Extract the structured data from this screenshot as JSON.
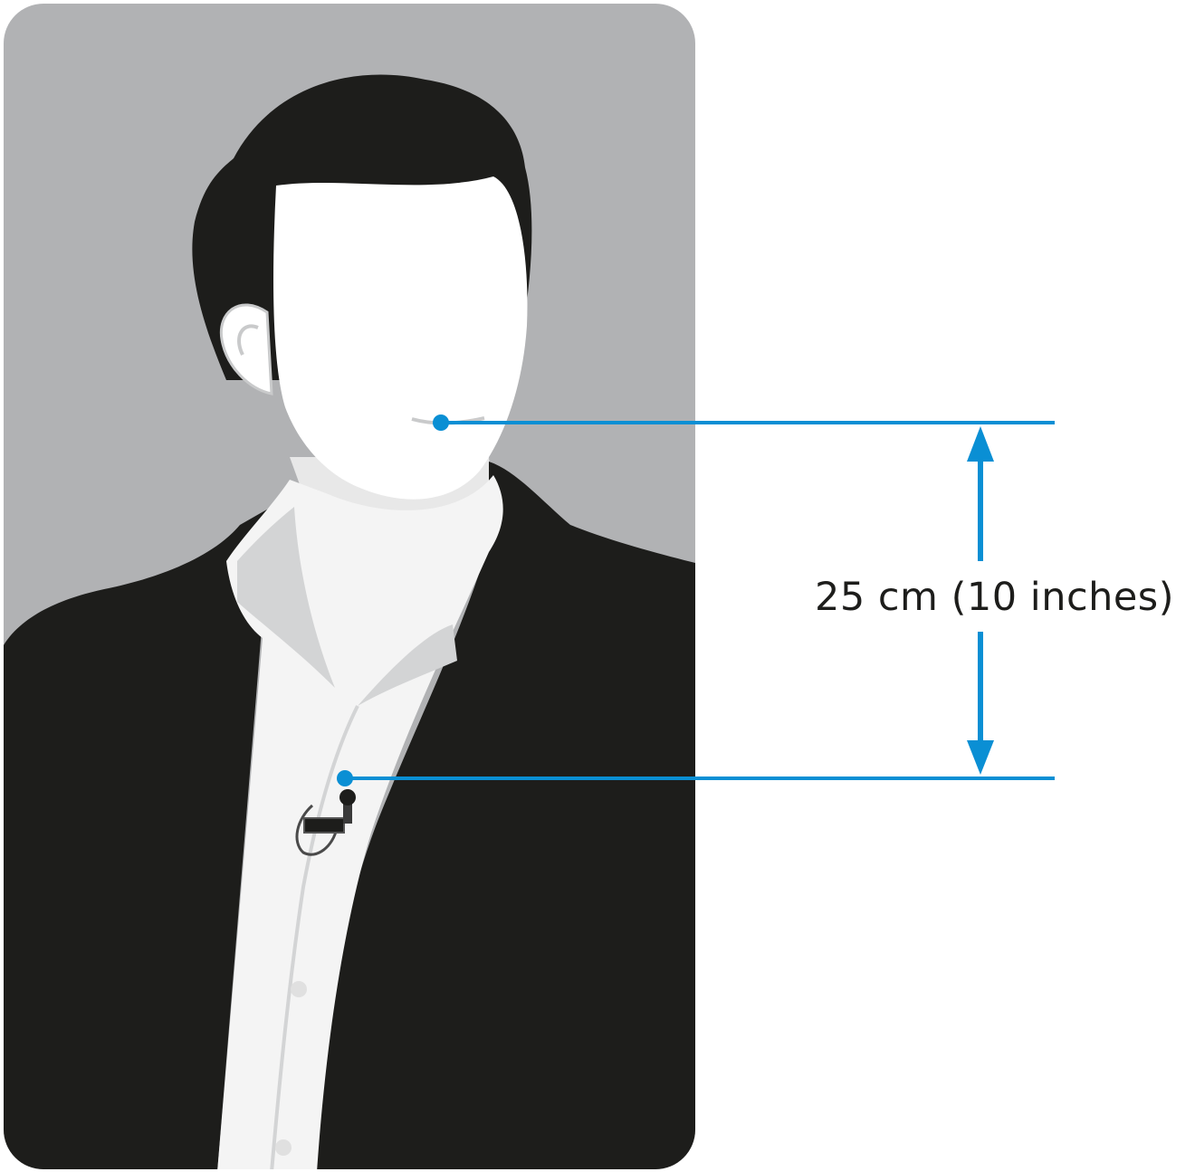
{
  "diagram": {
    "distance_label": "25 cm (10 inches)",
    "colors": {
      "accent": "#0a8fd4",
      "background_panel": "#b1b2b4",
      "jacket": "#1d1d1b",
      "hair": "#1d1d1b",
      "skin": "#ffffff",
      "shirt": "#f4f4f4",
      "shirt_shadow": "#d3d4d5",
      "text": "#1d1d1b"
    },
    "icons": {
      "microphone": "lavalier-microphone-icon",
      "mouth_marker": "mouth-point-marker",
      "mic_marker": "microphone-point-marker"
    }
  }
}
